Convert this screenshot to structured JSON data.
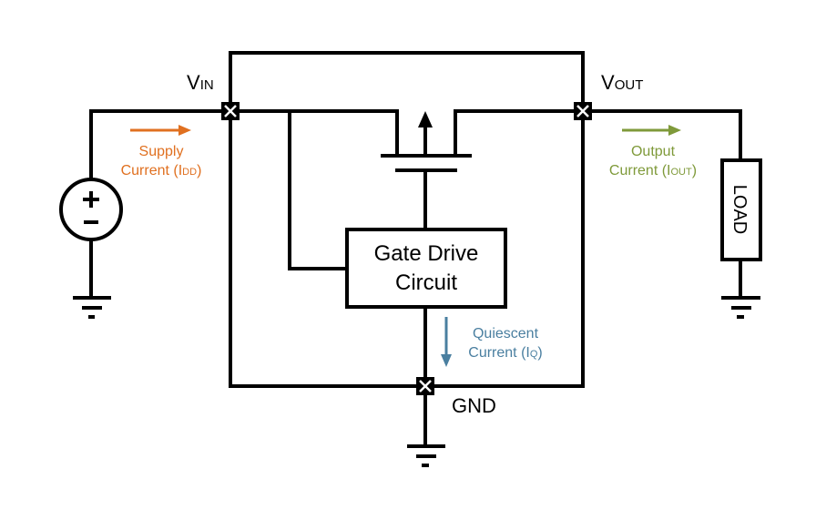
{
  "labels": {
    "vin_main": "V",
    "vin_sub": "IN",
    "vout_main": "V",
    "vout_sub": "OUT",
    "gnd": "GND",
    "gate_drive_line1": "Gate Drive",
    "gate_drive_line2": "Circuit",
    "load": "LOAD"
  },
  "currents": {
    "supply": {
      "line1": "Supply",
      "line2": "Current (I",
      "sub": "DD",
      "close": ")",
      "color": "#e07020"
    },
    "output": {
      "line1": "Output",
      "line2": "Current (I",
      "sub": "OUT",
      "close": ")",
      "color": "#7f9a3a"
    },
    "quiescent": {
      "line1": "Quiescent",
      "line2": "Current (I",
      "sub": "Q",
      "close": ")",
      "color": "#4a7fa0"
    }
  },
  "icons": {
    "source": "voltage-source-icon",
    "ground": "ground-icon",
    "pin": "pin-x-box-icon",
    "transistor": "mosfet-icon"
  }
}
